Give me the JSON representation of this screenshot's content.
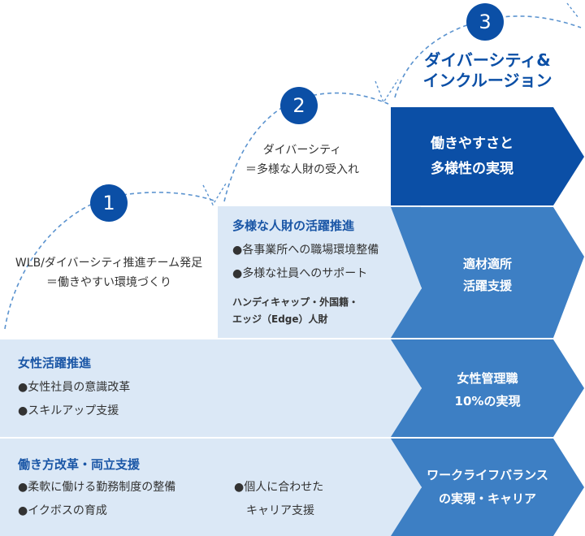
{
  "colors": {
    "light_band": "#dbe8f6",
    "arrow_mid": "#3d7fc4",
    "arrow_dark": "#0b4fa6",
    "circle": "#0b4fa6",
    "dash": "#5b93cf",
    "heading": "#1a56a6",
    "text": "#333333"
  },
  "steps": [
    {
      "number": "1",
      "caption_line1": "WLB/ダイバーシティ推進チーム発足",
      "caption_line2": "＝働きやすい環境づくり"
    },
    {
      "number": "2",
      "caption_line1": "ダイバーシティ",
      "caption_line2": "＝多様な人財の受入れ"
    },
    {
      "number": "3",
      "caption_line1": "ダイバーシティ&",
      "caption_line2": "インクルージョン"
    }
  ],
  "rows": {
    "top": {
      "arrow_line1": "働きやすさと",
      "arrow_line2": "多様性の実現"
    },
    "diversity": {
      "title": "多様な人財の活躍推進",
      "item1": "●各事業所への職場環境整備",
      "item2": "●多様な社員へのサポート",
      "note_line1": "ハンディキャップ・外国籍・",
      "note_line2": "エッジ（Edge）人財",
      "arrow_line1": "適材適所",
      "arrow_line2": "活躍支援"
    },
    "women": {
      "title": "女性活躍推進",
      "item1": "●女性社員の意識改革",
      "item2": "●スキルアップ支援",
      "arrow_line1": "女性管理職",
      "arrow_line2": "10%の実現"
    },
    "work": {
      "title": "働き方改革・両立支援",
      "item1": "●柔軟に働ける勤務制度の整備",
      "item2": "●イクボスの育成",
      "item3_line1": "●個人に合わせた",
      "item3_line2": "キャリア支援",
      "arrow_line1": "ワークライフバランス",
      "arrow_line2": "の実現・キャリア"
    }
  }
}
